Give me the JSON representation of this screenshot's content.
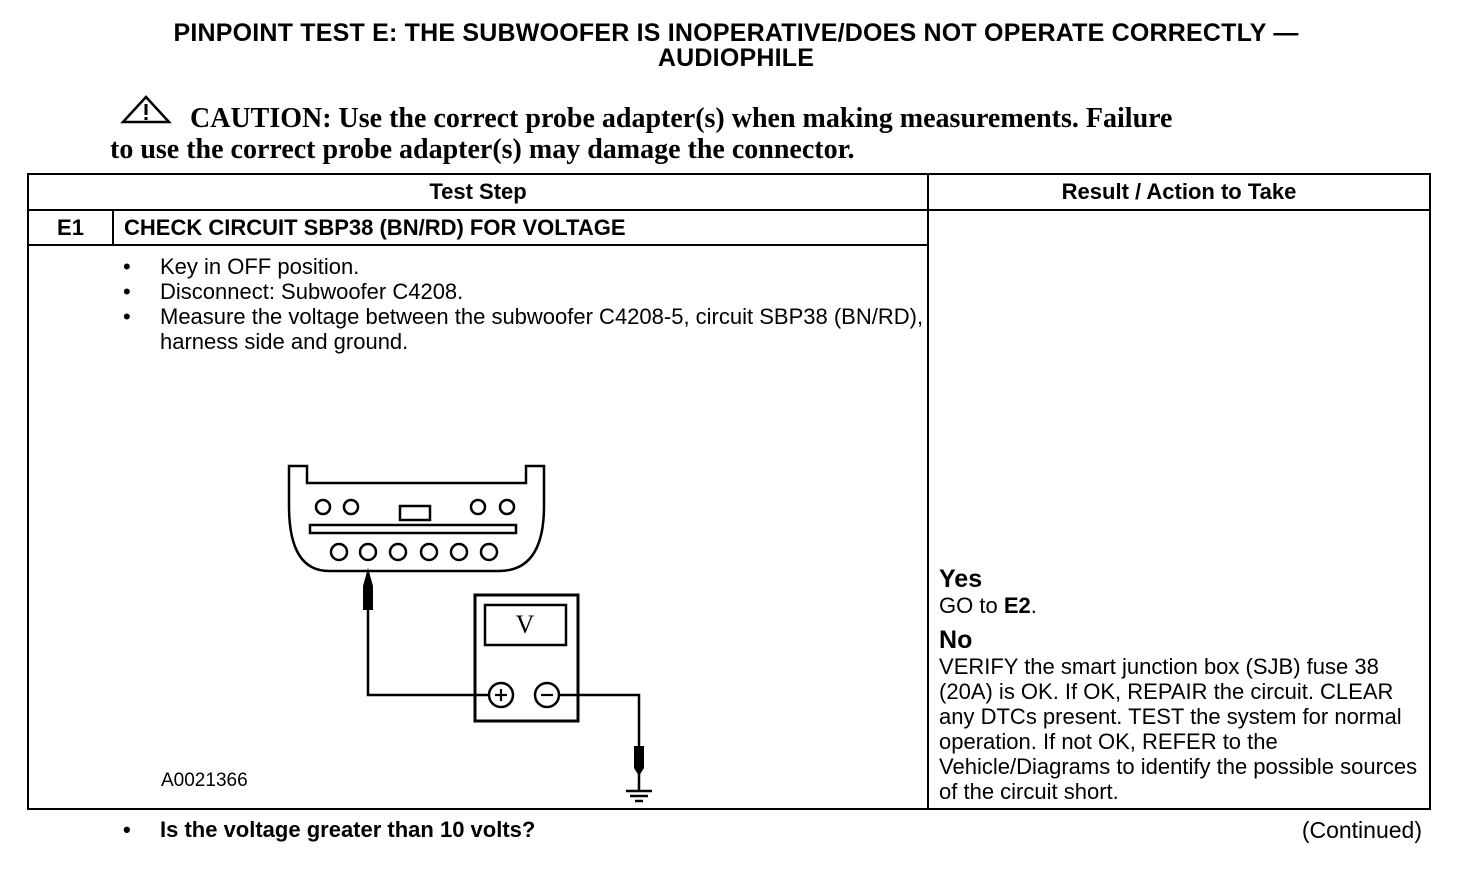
{
  "header": {
    "title_line1": "PINPOINT TEST  E: THE SUBWOOFER IS INOPERATIVE/DOES NOT OPERATE CORRECTLY —",
    "title_line2": "AUDIOPHILE"
  },
  "caution": {
    "line1": "CAUTION: Use the correct probe adapter(s) when making measurements. Failure",
    "line2": "to use the correct probe adapter(s) may damage the connector.",
    "icon": "warning-triangle-icon"
  },
  "table": {
    "col_test_step": "Test Step",
    "col_result": "Result / Action to Take",
    "step_id": "E1",
    "step_title": "CHECK CIRCUIT SBP38 (BN/RD) FOR VOLTAGE",
    "bullets": [
      "Key in OFF position.",
      "Disconnect: Subwoofer C4208.",
      "Measure the voltage between the subwoofer C4208-5, circuit SBP38 (BN/RD), harness side and ground."
    ],
    "figure_id": "A0021366",
    "meter_symbol": "V",
    "question": "Is the voltage greater than 10 volts?",
    "yes_label": "Yes",
    "yes_prefix": "GO to ",
    "yes_target": "E2",
    "yes_suffix": ".",
    "no_label": "No",
    "no_text": "VERIFY the smart junction box (SJB) fuse 38 (20A) is OK. If OK, REPAIR the circuit. CLEAR any DTCs present. TEST the system for normal operation. If not OK, REFER to the Vehicle/Diagrams to identify the possible sources of the circuit short."
  },
  "footer": {
    "continued": "(Continued)"
  }
}
